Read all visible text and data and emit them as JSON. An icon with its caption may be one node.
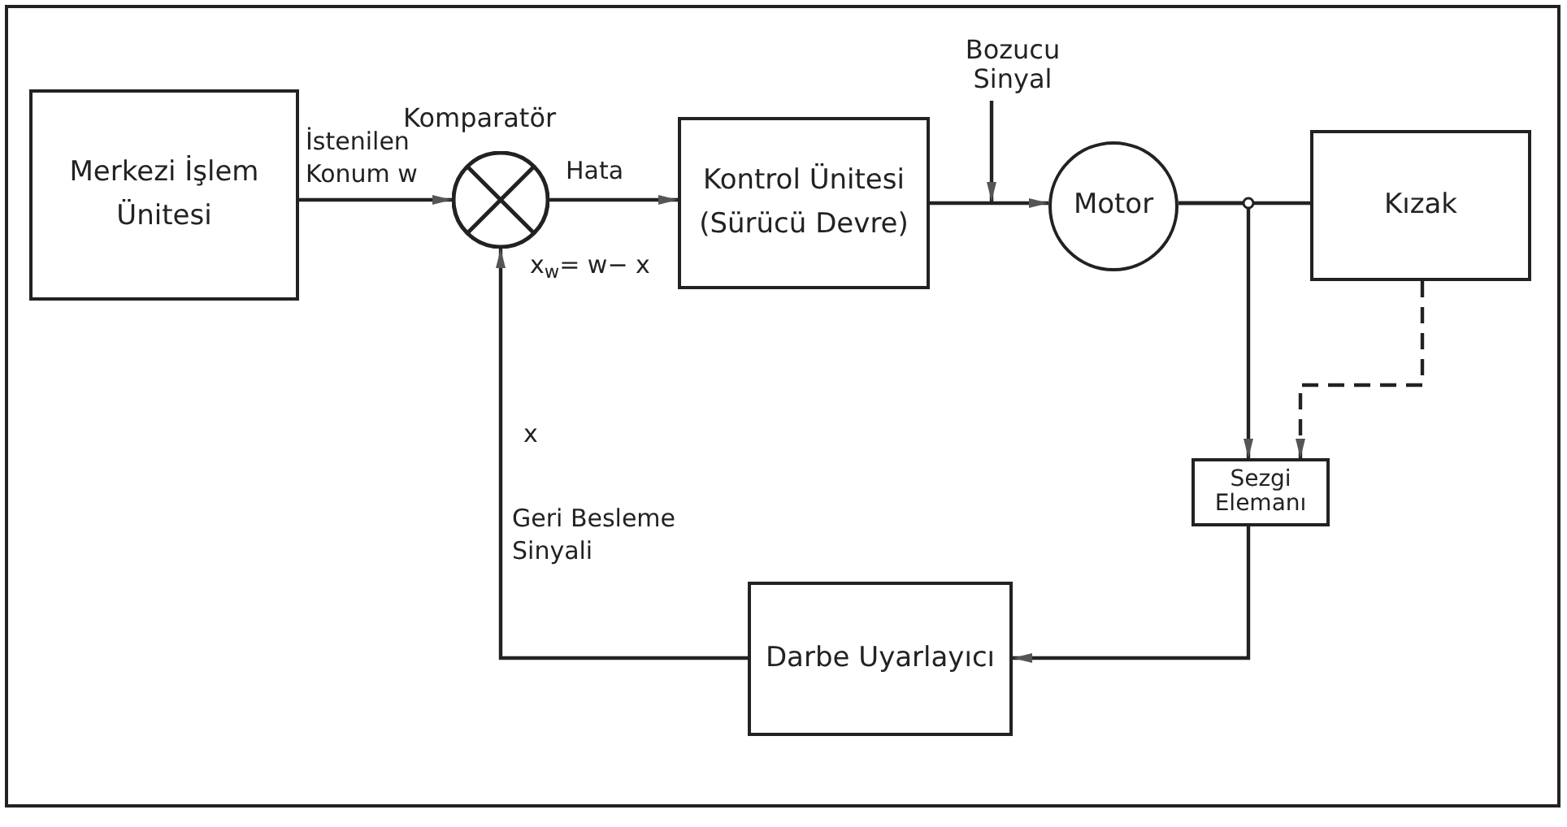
{
  "diagram": {
    "nodes": [
      {
        "text": [
          "Merkezi İşlem Ünitesi"
        ]
      },
      {
        "text": [
          "Komparatör"
        ]
      },
      {
        "text": [
          "Kontrol Ünitesi",
          "(Sürücü Devre)"
        ]
      },
      {
        "text": [
          "Motor"
        ]
      },
      {
        "text": [
          "Kızak"
        ]
      },
      {
        "text": [
          "Sezgi Elemanı"
        ]
      },
      {
        "text": [
          "Darbe Uyarlayıcı"
        ]
      },
      {
        "text": [
          "Bozucu Sinyal"
        ]
      }
    ],
    "edges": [
      {
        "from": 0,
        "to": 1,
        "arrow": "to",
        "label": "İstenilen Konum w"
      },
      {
        "from": 1,
        "to": 2,
        "arrow": "to",
        "label": "Hata"
      },
      {
        "from": 2,
        "to": 3,
        "arrow": "to"
      },
      {
        "from": 7,
        "to": null,
        "arrow": "to"
      },
      {
        "from": 3,
        "to": 4,
        "arrow": "none"
      },
      {
        "from": 3,
        "to": 5,
        "arrow": "to"
      },
      {
        "from": 4,
        "to": 5,
        "arrow": "to",
        "style": "dashed"
      },
      {
        "from": 5,
        "to": 6,
        "arrow": "to"
      },
      {
        "from": 6,
        "to": 1,
        "arrow": "to",
        "label": "Geri Besleme Sinyali"
      }
    ],
    "labels": [
      "x$_{w}$= w− x",
      "x"
    ]
  }
}
